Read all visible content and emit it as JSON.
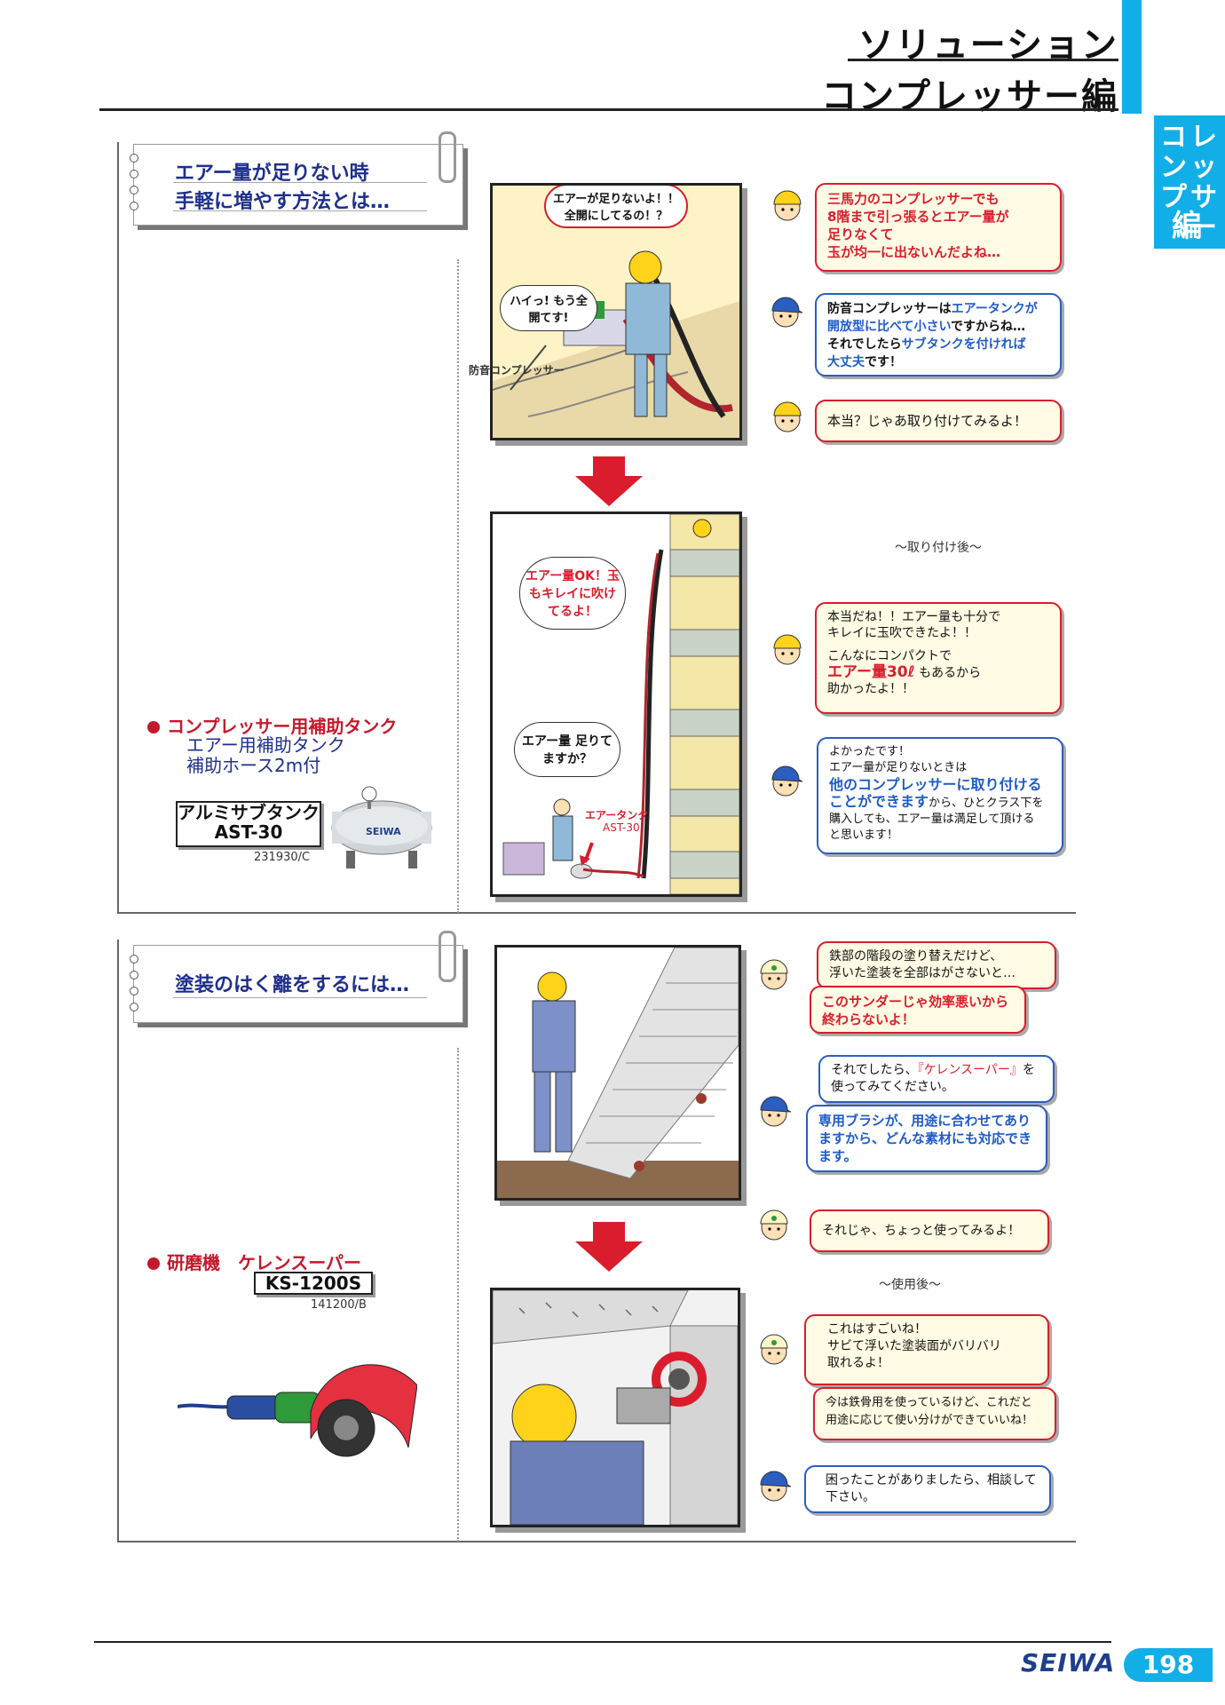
{
  "header": {
    "title_line1": "ソリューション",
    "title_line2": "コンプレッサー編",
    "side_tab_col1": [
      "コ",
      "ン",
      "プ"
    ],
    "side_tab_col2": [
      "レ",
      "ッ",
      "サ",
      "ー"
    ],
    "side_tab_bottom": "編"
  },
  "section1": {
    "note_line1": "エアー量が足りない時",
    "note_line2": "手軽に増やす方法とは…",
    "comic1": {
      "shout": "エアーが足りないよ！！全開にしてるの！？",
      "reply": "ハイっ! もう全開てす!",
      "label": "防音コンプレッサー"
    },
    "bubble1": [
      "三馬力のコンプレッサーでも",
      "8階まで引っ張るとエアー量が",
      "足りなくて",
      "玉が均一に出ないんだよね…"
    ],
    "bubble2": {
      "p1": "防音コンプレッサーは",
      "h1": "エアータンクが",
      "h2": "開放型に比べて小さい",
      "p2": "ですからね…",
      "p3": "それでしたら",
      "h3": "サブタンクを付ければ",
      "h4": "大丈夫",
      "p4": "です！"
    },
    "bubble3": "本当？じゃあ取り付けてみるよ！",
    "after_label": "〜取り付け後〜",
    "comic2": {
      "shout": "エアー量OK！玉もキレイに吹けてるよ！",
      "ask": "エアー量 足りてますか？",
      "label1": "エアータンク",
      "label2": "AST-30"
    },
    "bubble4": {
      "l1": "本当だね！！エアー量も十分で",
      "l2": "キレイに玉吹できたよ！！",
      "l3": "こんなにコンパクトで",
      "h1": "エアー量30ℓ",
      "l4": "もあるから",
      "l5": "助かったよ！！"
    },
    "bubble5": {
      "l1": "よかったです！",
      "l2": "エアー量が足りないときは",
      "h1": "他のコンプレッサーに取り付ける",
      "h2": "ことができます",
      "l3": "から、ひとクラス下を",
      "l4": "購入しても、エアー量は満足して頂ける",
      "l5": "と思います！"
    },
    "product": {
      "heading": "コンプレッサー用補助タンク",
      "sub1": "エアー用補助タンク",
      "sub2": "補助ホース2m付",
      "model1": "アルミサブタンク",
      "model2": "AST-30",
      "code": "231930/C",
      "brand": "SEIWA"
    }
  },
  "section2": {
    "note_line1": "塗装のはく離をするには…",
    "bubble1": [
      "鉄部の階段の塗り替えだけど、",
      "浮いた塗装を全部はがさないと…"
    ],
    "bubble2": [
      "このサンダーじゃ効率悪いから",
      "終わらないよ！"
    ],
    "bubble3": {
      "p1": "それでしたら、",
      "h1": "『ケレンスーパー』",
      "p2": "を",
      "p3": "使ってみてください。"
    },
    "bubble4": [
      "専用ブラシが、用途に合わせてあり",
      "ますから、どんな素材にも対応でき",
      "ます。"
    ],
    "bubble5": "それじゃ、ちょっと使ってみるよ！",
    "after_label": "〜使用後〜",
    "bubble6": [
      "これはすごいね！",
      "サビて浮いた塗装面がバリバリ",
      "取れるよ！"
    ],
    "bubble7": [
      "今は鉄骨用を使っているけど、これだと",
      "用途に応じて使い分けができていいね！"
    ],
    "bubble8": [
      "困ったことがありましたら、相談して",
      "下さい。"
    ],
    "product": {
      "heading": "研磨機　ケレンスーパー",
      "model": "KS-1200S",
      "code": "141200/B"
    }
  },
  "footer": {
    "brand": "SEIWA",
    "page": "198"
  }
}
